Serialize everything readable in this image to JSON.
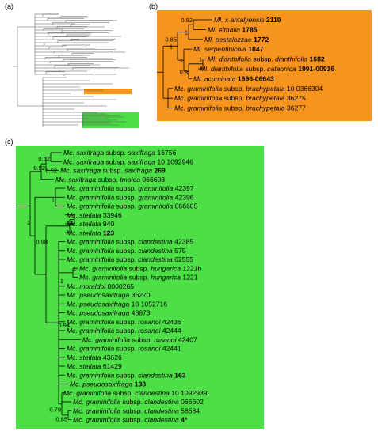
{
  "panels": {
    "a": "(a)",
    "b": "(b)",
    "c": "(c)"
  },
  "colors": {
    "orange": "#f7941d",
    "green": "#4ddf46",
    "line": "#000000"
  },
  "tree_b": {
    "tips": [
      {
        "genus": "Ml.",
        "name": "x antalyensis",
        "sub": "",
        "subname": "",
        "code": "2119",
        "bold": true
      },
      {
        "genus": "Ml.",
        "name": "elmalia",
        "sub": "",
        "subname": "",
        "code": "1785",
        "bold": true
      },
      {
        "genus": "Ml.",
        "name": "pestalozzae",
        "sub": "",
        "subname": "",
        "code": "1772",
        "bold": true
      },
      {
        "genus": "Ml.",
        "name": "serpentinicola",
        "sub": "",
        "subname": "",
        "code": "1847",
        "bold": true
      },
      {
        "genus": "Ml.",
        "name": "dianthifolia",
        "sub": "subsp.",
        "subname": "dianthifolia",
        "code": "1682",
        "bold": true
      },
      {
        "genus": "Ml.",
        "name": "dianthifolia",
        "sub": "subsp.",
        "subname": "cataonica",
        "code": "1991-00916",
        "bold": true
      },
      {
        "genus": "Ml.",
        "name": "acuminata",
        "sub": "",
        "subname": "",
        "code": "1996-06643",
        "bold": true
      },
      {
        "genus": "Mc.",
        "name": "graminifolia",
        "sub": "subsp.",
        "subname": "brachypetala",
        "code": "10 0366304",
        "bold": false
      },
      {
        "genus": "Mc.",
        "name": "graminifolia",
        "sub": "subsp.",
        "subname": "brachypetala",
        "code": "36275",
        "bold": false
      },
      {
        "genus": "Mc.",
        "name": "graminifolia",
        "sub": "subsp.",
        "subname": "brachypetala",
        "code": "36277",
        "bold": false
      }
    ],
    "supports": [
      "0.92",
      "1",
      "1",
      "0.85",
      "1",
      "1",
      "0.8"
    ]
  },
  "tree_c": {
    "tips": [
      {
        "genus": "Mc.",
        "name": "saxifraga",
        "sub": "subsp.",
        "subname": "saxifraga",
        "code": "16756",
        "bold": false
      },
      {
        "genus": "Mc.",
        "name": "saxifraga",
        "sub": "subsp.",
        "subname": "saxifraga",
        "code": "10 1092946",
        "bold": false
      },
      {
        "genus": "Mc.",
        "name": "saxifraga",
        "sub": "subsp.",
        "subname": "saxifraga",
        "code": "269",
        "bold": true
      },
      {
        "genus": "Mc.",
        "name": "saxifraga",
        "sub": "subsp.",
        "subname": "tmolea",
        "code": "066608",
        "bold": false
      },
      {
        "genus": "Mc.",
        "name": "graminifolia",
        "sub": "subsp.",
        "subname": "graminifolia",
        "code": "42397",
        "bold": false
      },
      {
        "genus": "Mc.",
        "name": "graminifolia",
        "sub": "subsp.",
        "subname": "graminifolia",
        "code": "42396",
        "bold": false
      },
      {
        "genus": "Mc.",
        "name": "graminifolia",
        "sub": "subsp.",
        "subname": "graminifolia",
        "code": "066605",
        "bold": false
      },
      {
        "genus": "Mc.",
        "name": "stellata",
        "sub": "",
        "subname": "",
        "code": "33946",
        "bold": false
      },
      {
        "genus": "Mc.",
        "name": "stellata",
        "sub": "",
        "subname": "",
        "code": "940",
        "bold": false
      },
      {
        "genus": "Mc.",
        "name": "stellata",
        "sub": "",
        "subname": "",
        "code": "123",
        "bold": true
      },
      {
        "genus": "Mc.",
        "name": "graminifolia",
        "sub": "subsp.",
        "subname": "clandestina",
        "code": "42385",
        "bold": false
      },
      {
        "genus": "Mc.",
        "name": "graminifolia",
        "sub": "subsp.",
        "subname": "clandestina",
        "code": "575",
        "bold": false
      },
      {
        "genus": "Mc.",
        "name": "graminifolia",
        "sub": "subsp.",
        "subname": "clandestina",
        "code": "62555",
        "bold": false
      },
      {
        "genus": "Mc.",
        "name": "graminifolia",
        "sub": "subsp.",
        "subname": "hungarica",
        "code": "1221b",
        "bold": false
      },
      {
        "genus": "Mc.",
        "name": "graminifolia",
        "sub": "subsp.",
        "subname": "hungarica",
        "code": "1221",
        "bold": false
      },
      {
        "genus": "Mc.",
        "name": "moraldoi",
        "sub": "",
        "subname": "",
        "code": "0000265",
        "bold": false
      },
      {
        "genus": "Mc.",
        "name": "pseudosaxifraga",
        "sub": "",
        "subname": "",
        "code": "36270",
        "bold": false
      },
      {
        "genus": "Mc.",
        "name": "pseudosaxifraga",
        "sub": "",
        "subname": "",
        "code": "10 1052716",
        "bold": false
      },
      {
        "genus": "Mc.",
        "name": "pseudosaxifraga",
        "sub": "",
        "subname": "",
        "code": "48873",
        "bold": false
      },
      {
        "genus": "Mc.",
        "name": "graminifolia",
        "sub": "subsp.",
        "subname": "rosanoi",
        "code": "42436",
        "bold": false
      },
      {
        "genus": "Mc.",
        "name": "graminifolia",
        "sub": "subsp.",
        "subname": "rosanoi",
        "code": "42444",
        "bold": false
      },
      {
        "genus": "Mc.",
        "name": "graminifolia",
        "sub": "subsp.",
        "subname": "rosanoi",
        "code": "42407",
        "bold": false
      },
      {
        "genus": "Mc.",
        "name": "graminifolia",
        "sub": "subsp.",
        "subname": "rosanoi",
        "code": "42441",
        "bold": false
      },
      {
        "genus": "Mc.",
        "name": "stellata",
        "sub": "",
        "subname": "",
        "code": "43626",
        "bold": false
      },
      {
        "genus": "Mc.",
        "name": "stellata",
        "sub": "",
        "subname": "",
        "code": "61429",
        "bold": false
      },
      {
        "genus": "Mc.",
        "name": "graminifolia",
        "sub": "subsp.",
        "subname": "clandestina",
        "code": "163",
        "bold": true
      },
      {
        "genus": "Mc.",
        "name": "pseudosaxifraga",
        "sub": "",
        "subname": "",
        "code": "138",
        "bold": true
      },
      {
        "genus": "Mc.",
        "name": "graminifolia",
        "sub": "subsp.",
        "subname": "clandestina",
        "code": "10 1092939",
        "bold": false
      },
      {
        "genus": "Mc.",
        "name": "graminifolia",
        "sub": "subsp.",
        "subname": "clandestina",
        "code": "066602",
        "bold": false
      },
      {
        "genus": "Mc.",
        "name": "graminifolia",
        "sub": "subsp.",
        "subname": "clandestina",
        "code": "58584",
        "bold": false
      },
      {
        "genus": "Mc.",
        "name": "graminifolia",
        "sub": "subsp.",
        "subname": "clandestina",
        "code": "4*",
        "bold": true
      }
    ],
    "supports": [
      "0.52",
      "0.52",
      "0.52",
      "1",
      "1",
      "0.98",
      "1",
      "1",
      "1",
      "0.94",
      "0.79",
      "0.85"
    ]
  }
}
